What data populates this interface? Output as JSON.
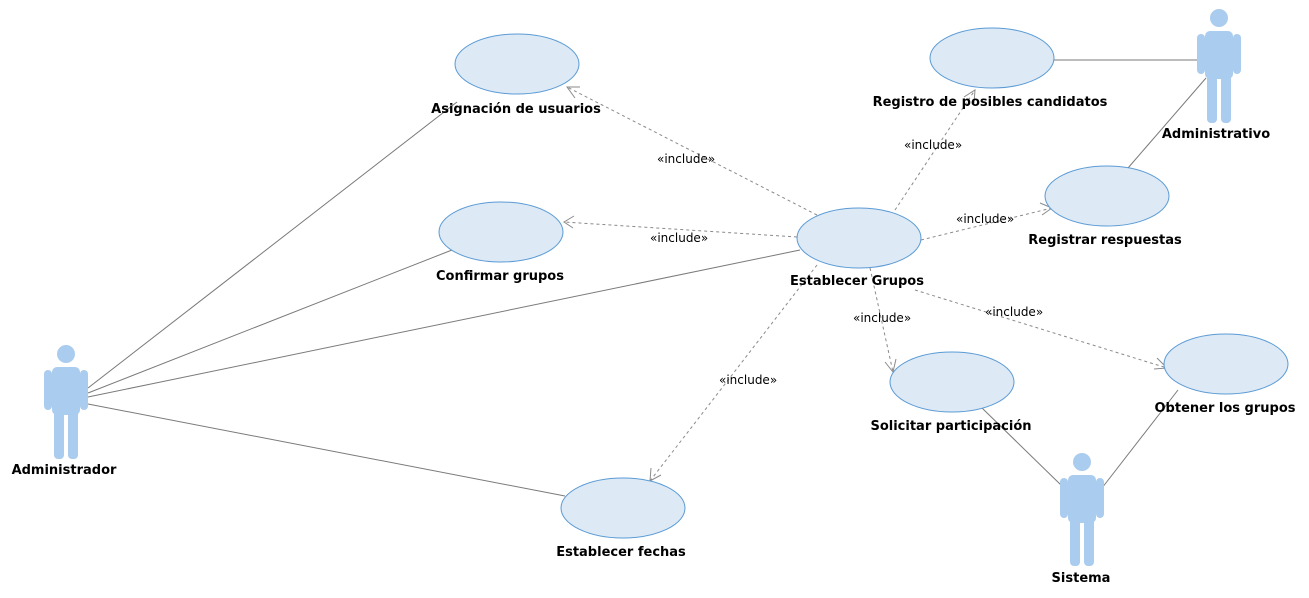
{
  "actors": [
    {
      "id": "administrador",
      "name": "Administrador"
    },
    {
      "id": "administrativo",
      "name": "Administrativo"
    },
    {
      "id": "sistema",
      "name": "Sistema"
    }
  ],
  "use_cases": [
    {
      "id": "asignacion",
      "name": "Asignación de usuarios"
    },
    {
      "id": "confirmar",
      "name": "Confirmar grupos"
    },
    {
      "id": "establecer_grupos",
      "name": "Establecer Grupos"
    },
    {
      "id": "establecer_fechas",
      "name": "Establecer fechas"
    },
    {
      "id": "registro",
      "name": "Registro de posibles candidatos"
    },
    {
      "id": "registrar",
      "name": "Registrar respuestas"
    },
    {
      "id": "solicitar",
      "name": "Solicitar participación"
    },
    {
      "id": "obtener",
      "name": "Obtener los grupos"
    }
  ],
  "relations": [
    {
      "from": "establecer_grupos",
      "to": "asignacion",
      "label": "«include»"
    },
    {
      "from": "establecer_grupos",
      "to": "confirmar",
      "label": "«include»"
    },
    {
      "from": "establecer_grupos",
      "to": "establecer_fechas",
      "label": "«include»"
    },
    {
      "from": "establecer_grupos",
      "to": "registro",
      "label": "«include»"
    },
    {
      "from": "establecer_grupos",
      "to": "registrar",
      "label": "«include»"
    },
    {
      "from": "establecer_grupos",
      "to": "solicitar",
      "label": "«include»"
    },
    {
      "from": "establecer_grupos",
      "to": "obtener",
      "label": "«include»"
    }
  ],
  "colors": {
    "use_case_fill": "#dde9f5",
    "use_case_stroke": "#5b9bd5",
    "actor": "#aaccee",
    "association": "#7a7a7a"
  }
}
